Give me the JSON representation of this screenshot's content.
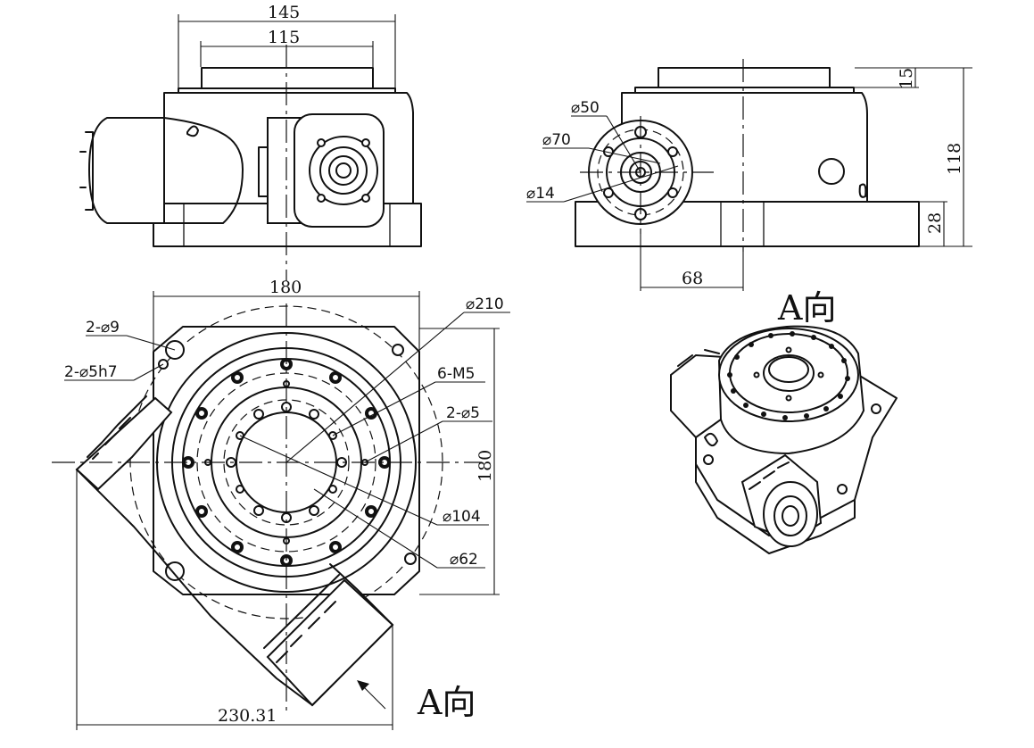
{
  "dimensions": {
    "width_145": "145",
    "width_115": "115",
    "width_180_top": "180",
    "height_180_side": "180",
    "diagonal_230": "230.31",
    "height_118": "118",
    "height_28": "28",
    "height_15": "15",
    "offset_68": "68"
  },
  "callouts": {
    "d210": "⌀210",
    "holes_2d9": "2-⌀9",
    "holes_2d5h7": "2-⌀5h7",
    "holes_6m5": "6-M5",
    "holes_2d5": "2-⌀5",
    "d104": "⌀104",
    "d62": "⌀62",
    "d50": "⌀50",
    "d70": "⌀70",
    "d14": "⌀14"
  },
  "view_labels": {
    "view_a_top": "A向",
    "view_a_bottom": "A向"
  }
}
